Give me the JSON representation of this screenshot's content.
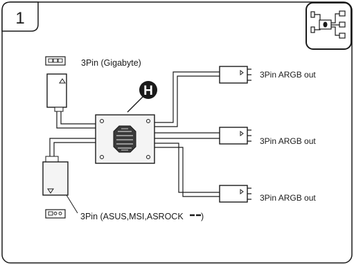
{
  "step": {
    "number": "1"
  },
  "hub": {
    "marker_letter": "H"
  },
  "inputs": [
    {
      "label": "3Pin (Gigabyte)"
    },
    {
      "label": "3Pin (ASUS,MSI,ASROCK"
    }
  ],
  "outputs": [
    {
      "label": "3Pin ARGB out"
    },
    {
      "label": "3Pin ARGB out"
    },
    {
      "label": "3Pin ARGB out"
    }
  ],
  "icons": {
    "thumbnail": "hub-overview-icon",
    "port_gigabyte": "3pin-header-icon",
    "port_asus": "3pin-header-icon",
    "logo": "asus-logo-icon"
  },
  "colors": {
    "line": "#1a1a1a",
    "box_fill": "#f4f4f4",
    "background": "#ffffff"
  }
}
